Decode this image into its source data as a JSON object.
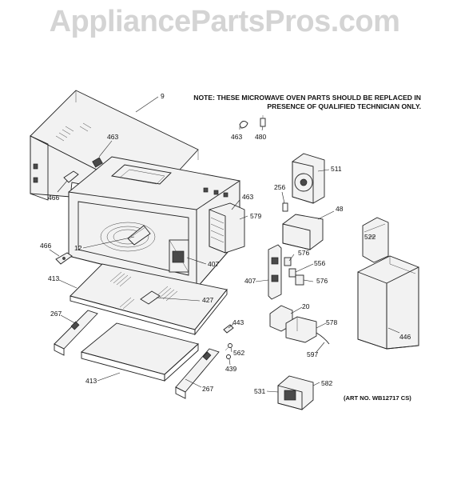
{
  "watermark": "AppliancePartsPros.com",
  "note": {
    "line1": "NOTE: THESE MICROWAVE OVEN PARTS SHOULD BE REPLACED IN",
    "line2": "PRESENCE OF QUALIFIED TECHNICIAN ONLY."
  },
  "art_number": "(ART NO. WB12717 CS)",
  "callouts": {
    "c9": "9",
    "c463a": "463",
    "c466a": "466",
    "c463b": "463",
    "c480": "480",
    "c511": "511",
    "c256": "256",
    "c463c": "463",
    "c579": "579",
    "c48": "48",
    "c522": "522",
    "c466b": "466",
    "c12": "12",
    "c407a": "407",
    "c413a": "413",
    "c427": "427",
    "c267a": "267",
    "c443": "443",
    "c562": "562",
    "c439": "439",
    "c413b": "413",
    "c267b": "267",
    "c576a": "576",
    "c556": "556",
    "c407b": "407",
    "c576b": "576",
    "c20": "20",
    "c578": "578",
    "c597": "597",
    "c446": "446",
    "c531": "531",
    "c582": "582"
  }
}
